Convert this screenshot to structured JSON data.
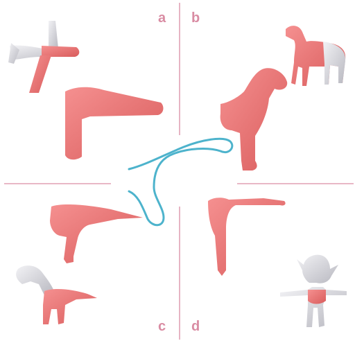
{
  "panels": {
    "a": {
      "label": "a"
    },
    "b": {
      "label": "b"
    },
    "c": {
      "label": "c"
    },
    "d": {
      "label": "d"
    }
  },
  "colors": {
    "divider": "#d98ca3",
    "label": "#d98ca3",
    "highlight": "#f07a7a",
    "highlight_shadow": "#d95c5c",
    "mesh": "#e6e6ea",
    "mesh_shadow": "#b8b8c0",
    "curve": "#4db3cc"
  },
  "figures": {
    "a": [
      "airplane-model",
      "airplane-wing-part"
    ],
    "b": [
      "horse-model",
      "horse-body-part"
    ],
    "c": [
      "dinosaur-model",
      "dinosaur-body-part"
    ],
    "d": [
      "goblin-model",
      "goblin-body-part"
    ]
  }
}
